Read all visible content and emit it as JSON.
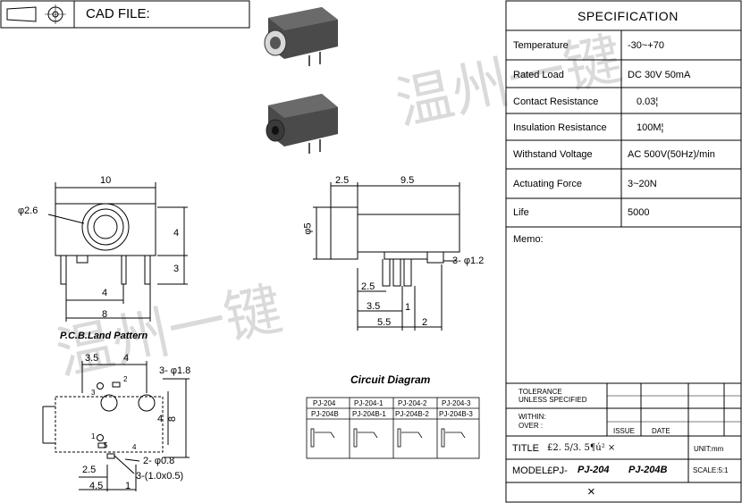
{
  "header": {
    "cad_file_label": "CAD FILE:"
  },
  "specification": {
    "title": "SPECIFICATION",
    "rows": [
      {
        "label": "Temperature",
        "value": "-30~+70"
      },
      {
        "label": "Rated Load",
        "value": "DC 30V 50mA"
      },
      {
        "label": "Contact Resistance",
        "value": "0.03¦"
      },
      {
        "label": "Insulation Resistance",
        "value": "100M¦"
      },
      {
        "label": "Withstand Voltage",
        "value": "AC 500V(50Hz)/min"
      },
      {
        "label": "Actuating Force",
        "value": "3~20N"
      },
      {
        "label": "Life",
        "value": "5000"
      }
    ],
    "memo_label": "Memo:"
  },
  "title_block": {
    "tolerance_line1": "TOLERANCE",
    "tolerance_line2": "UNLESS SPECIFIED",
    "within": "WITHIN:",
    "over": "OVER :",
    "issue": "ISSUE",
    "date": "DATE",
    "title_label": "TITLE",
    "title_value": "£2. 5/3. 5¶ú² ×",
    "unit": "UNIT:mm",
    "model_label": "MODEL£PJ-",
    "model_1": "PJ-204",
    "model_2": "PJ-204B",
    "scale": "SCALE:5:1",
    "bottom_mark": "×"
  },
  "drawing": {
    "front_dims": {
      "width": "10",
      "dia": "φ2.6",
      "h1": "4",
      "h2": "3",
      "pin_span": "4",
      "total": "8"
    },
    "side_dims": {
      "d1": "2.5",
      "d2": "9.5",
      "dia": "φ5",
      "pin_dia": "3- φ1.2",
      "b1": "2.5",
      "b2": "3.5",
      "b3": "1",
      "b4": "5.5",
      "b5": "2"
    },
    "pcb_title": "P.C.B.Land Pattern",
    "pcb_dims": {
      "a": "3.5",
      "b": "4",
      "c": "3- φ1.8",
      "d": "4",
      "e": "8",
      "f": "2- φ0.8",
      "g": "3-(1.0x0.5)",
      "h": "2.5",
      "i": "4.5",
      "j": "1"
    },
    "pin_numbers": [
      "3",
      "2",
      "1",
      "5",
      "4"
    ],
    "circuit_title": "Circuit Diagram",
    "circuit_headers_row1": [
      "PJ-204",
      "PJ-204-1",
      "PJ-204-2",
      "PJ-204-3"
    ],
    "circuit_headers_row2": [
      "PJ-204B",
      "PJ-204B-1",
      "PJ-204B-2",
      "PJ-204B-3"
    ],
    "watermark_1": "温州一键",
    "watermark_2": "温州一键"
  },
  "colors": {
    "line": "#000000",
    "watermark": "#969696",
    "part_body": "#4a4a4a"
  }
}
